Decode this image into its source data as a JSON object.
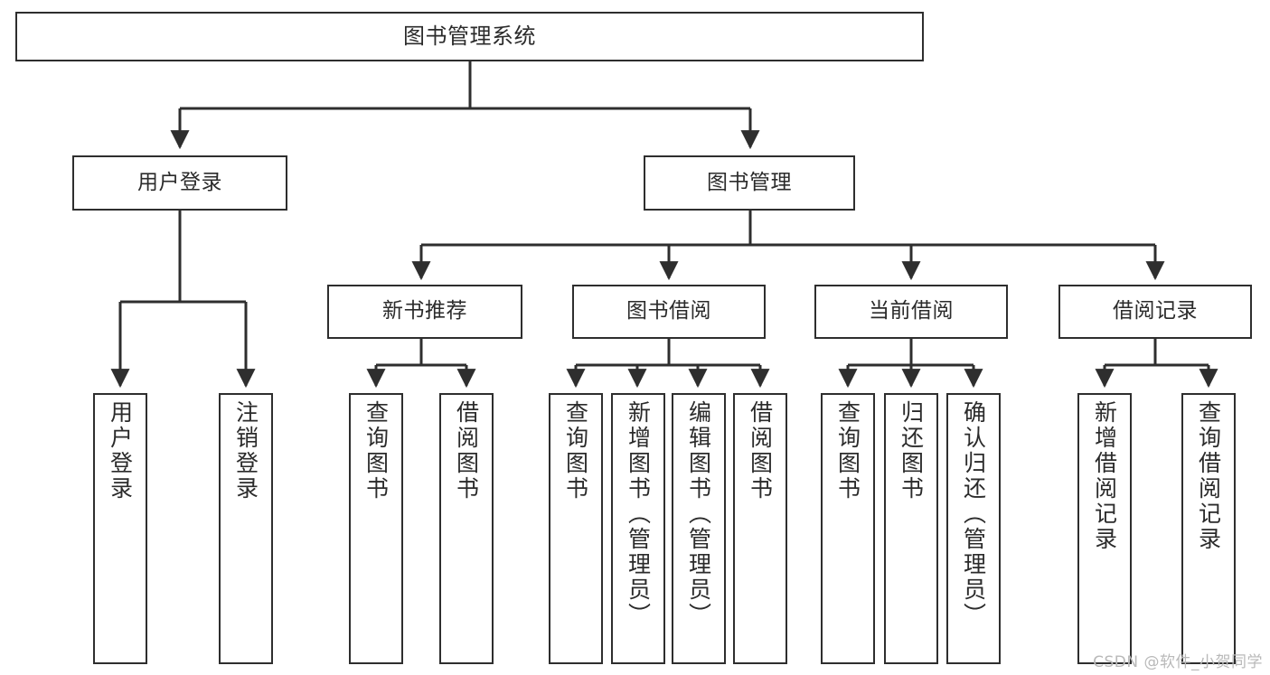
{
  "diagram": {
    "title": "图书管理系统",
    "type": "tree-hierarchy",
    "line_color": "#2e2e2e",
    "background_color": "#ffffff",
    "text_color": "#2b2b2b",
    "root": {
      "label": "图书管理系统"
    },
    "level1": [
      {
        "label": "用户登录"
      },
      {
        "label": "图书管理"
      }
    ],
    "level2": [
      {
        "label": "新书推荐"
      },
      {
        "label": "图书借阅"
      },
      {
        "label": "当前借阅"
      },
      {
        "label": "借阅记录"
      }
    ],
    "leaves": {
      "user_login": [
        {
          "label": "用户登录"
        },
        {
          "label": "注销登录"
        }
      ],
      "new_book_recommend": [
        {
          "label": "查询图书"
        },
        {
          "label": "借阅图书"
        }
      ],
      "book_borrow": [
        {
          "label": "查询图书"
        },
        {
          "label": "新增图书（管理员）"
        },
        {
          "label": "编辑图书（管理员）"
        },
        {
          "label": "借阅图书"
        }
      ],
      "current_borrow": [
        {
          "label": "查询图书"
        },
        {
          "label": "归还图书"
        },
        {
          "label": "确认归还（管理员）"
        }
      ],
      "borrow_record": [
        {
          "label": "新增借阅记录"
        },
        {
          "label": "查询借阅记录"
        }
      ]
    }
  },
  "watermark": {
    "text": "CSDN @软件_小贺同学"
  }
}
